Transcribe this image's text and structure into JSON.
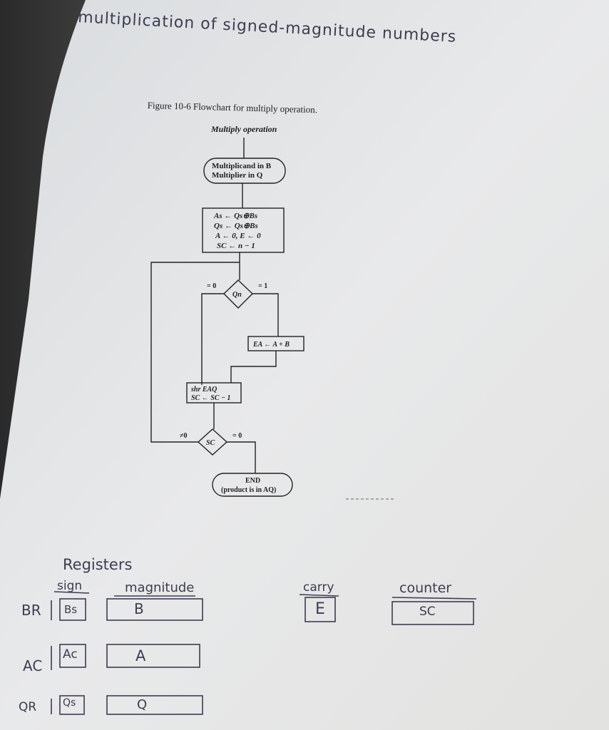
{
  "handwritten_title": "multiplication of signed-magnitude numbers",
  "figure": {
    "caption": "Figure 10-6  Flowchart for multiply operation.",
    "heading": "Multiply operation",
    "start_box": [
      "Multiplicand in B",
      "Multiplier in Q"
    ],
    "init_box": [
      "As ← Qs⊕Bs",
      "Qs ← Qs⊕Bs",
      "A ← 0, E ← 0",
      "SC ← n − 1"
    ],
    "qn_decision": "Qn",
    "qn_zero_label": "= 0",
    "qn_one_label": "= 1",
    "add_box": "EA ← A + B",
    "shift_box": [
      "shr EAQ",
      "SC ← SC − 1"
    ],
    "sc_decision": "SC",
    "sc_nonzero_label": "≠0",
    "sc_zero_label": "= 0",
    "end_box": [
      "END",
      "(product is in AQ)"
    ]
  },
  "registers": {
    "heading": "Registers",
    "sign_header": "sign",
    "magnitude_header": "magnitude",
    "carry_header": "carry",
    "counter_header": "counter",
    "rows": [
      {
        "name": "BR",
        "sign": "Bs",
        "magnitude": "B"
      },
      {
        "name": "AC",
        "sign": "Ac",
        "magnitude": "A"
      },
      {
        "name": "QR",
        "sign": "Qs",
        "magnitude": "Q"
      }
    ],
    "carry_value": "E",
    "counter_value": "SC"
  }
}
